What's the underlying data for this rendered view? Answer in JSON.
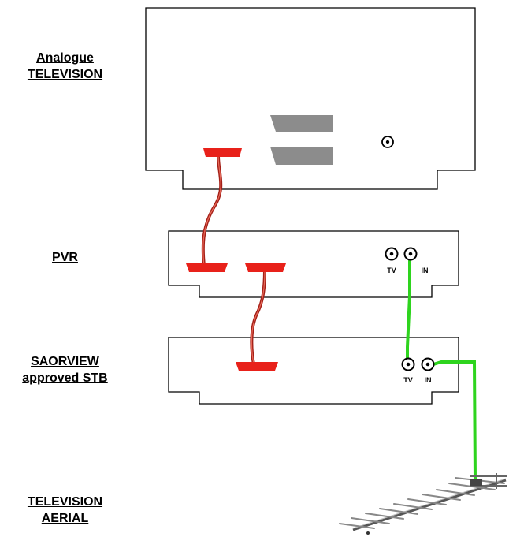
{
  "labels": {
    "tv": [
      "Analogue",
      "TELEVISION"
    ],
    "pvr": [
      "PVR"
    ],
    "stb": [
      "SAORVIEW",
      "approved STB"
    ],
    "aerial": [
      "TELEVISION",
      "AERIAL"
    ]
  },
  "ports": {
    "pvr_tv": "TV",
    "pvr_in": "IN",
    "stb_tv": "TV",
    "stb_in": "IN"
  },
  "colors": {
    "scart_cable": "#e8211a",
    "coax_cable": "#2ed41e",
    "device_outline": "#000000",
    "tv_vents": "#8c8c8c"
  }
}
